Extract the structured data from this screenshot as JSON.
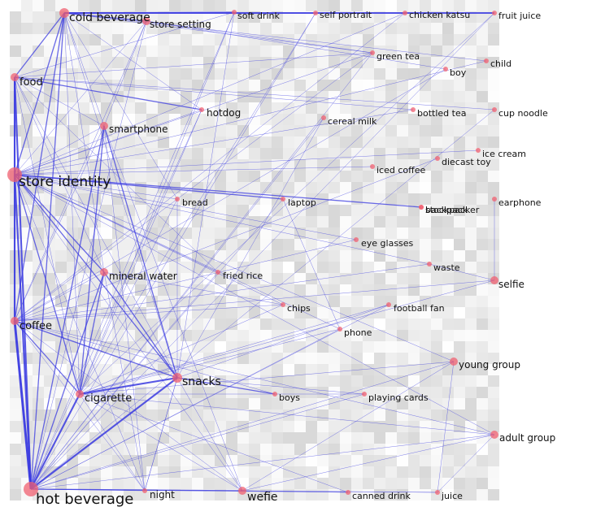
{
  "diagram": {
    "type": "network",
    "colors": {
      "edge": "#3a3ae0",
      "node": "#f06070",
      "background_tile": "#c8c8c8"
    },
    "nodes": [
      {
        "id": "cold_beverage",
        "label": "cold beverage",
        "weight": 3
      },
      {
        "id": "store_setting",
        "label": "store setting",
        "weight": 2
      },
      {
        "id": "soft_drink",
        "label": "soft drink",
        "weight": 1
      },
      {
        "id": "self_portrait",
        "label": "self portrait",
        "weight": 1
      },
      {
        "id": "chicken_katsu",
        "label": "chicken katsu",
        "weight": 1
      },
      {
        "id": "fruit_juice",
        "label": "fruit juice",
        "weight": 1
      },
      {
        "id": "green_tea",
        "label": "green tea",
        "weight": 1
      },
      {
        "id": "child",
        "label": "child",
        "weight": 1
      },
      {
        "id": "boy",
        "label": "boy",
        "weight": 1
      },
      {
        "id": "food",
        "label": "food",
        "weight": 2
      },
      {
        "id": "hotdog",
        "label": "hotdog",
        "weight": 1
      },
      {
        "id": "bottled_tea",
        "label": "bottled tea",
        "weight": 1
      },
      {
        "id": "cup_noodle",
        "label": "cup noodle",
        "weight": 1
      },
      {
        "id": "smartphone",
        "label": "smartphone",
        "weight": 2
      },
      {
        "id": "cereal_milk",
        "label": "cereal milk",
        "weight": 1
      },
      {
        "id": "ice_cream",
        "label": "ice cream",
        "weight": 1
      },
      {
        "id": "diecast_toy",
        "label": "diecast toy",
        "weight": 1
      },
      {
        "id": "iced_coffee",
        "label": "iced coffee",
        "weight": 1
      },
      {
        "id": "store_identity",
        "label": "store identity",
        "weight": 4
      },
      {
        "id": "bread",
        "label": "bread",
        "weight": 1
      },
      {
        "id": "laptop",
        "label": "laptop",
        "weight": 1
      },
      {
        "id": "backpack",
        "label": "backpack",
        "weight": 1
      },
      {
        "id": "stockpacker",
        "label": "stockpacker",
        "weight": 1
      },
      {
        "id": "earphone",
        "label": "earphone",
        "weight": 1
      },
      {
        "id": "eye_glasses",
        "label": "eye glasses",
        "weight": 1
      },
      {
        "id": "waste",
        "label": "waste",
        "weight": 1
      },
      {
        "id": "mineral_water",
        "label": "mineral water",
        "weight": 2
      },
      {
        "id": "fried_rice",
        "label": "fried rice",
        "weight": 1
      },
      {
        "id": "selfie",
        "label": "selfie",
        "weight": 2
      },
      {
        "id": "chips",
        "label": "chips",
        "weight": 1
      },
      {
        "id": "football_fan",
        "label": "football fan",
        "weight": 1
      },
      {
        "id": "coffee",
        "label": "coffee",
        "weight": 2
      },
      {
        "id": "phone",
        "label": "phone",
        "weight": 1
      },
      {
        "id": "young_group",
        "label": "young group",
        "weight": 2
      },
      {
        "id": "snacks",
        "label": "snacks",
        "weight": 3
      },
      {
        "id": "cigarette",
        "label": "cigarette",
        "weight": 2
      },
      {
        "id": "boys",
        "label": "boys",
        "weight": 1
      },
      {
        "id": "playing_cards",
        "label": "playing cards",
        "weight": 1
      },
      {
        "id": "adult_group",
        "label": "adult group",
        "weight": 2
      },
      {
        "id": "hot_beverage",
        "label": "hot beverage",
        "weight": 4
      },
      {
        "id": "night",
        "label": "night",
        "weight": 1
      },
      {
        "id": "wefie",
        "label": "wefie",
        "weight": 2
      },
      {
        "id": "canned_drink",
        "label": "canned drink",
        "weight": 1
      },
      {
        "id": "juice",
        "label": "juice",
        "weight": 1
      }
    ],
    "edges": [
      [
        "cold_beverage",
        "fruit_juice",
        3
      ],
      [
        "cold_beverage",
        "soft_drink",
        2
      ],
      [
        "cold_beverage",
        "store_setting",
        2
      ],
      [
        "cold_beverage",
        "food",
        2
      ],
      [
        "cold_beverage",
        "store_identity",
        2
      ],
      [
        "cold_beverage",
        "coffee",
        2
      ],
      [
        "cold_beverage",
        "hot_beverage",
        2
      ],
      [
        "cold_beverage",
        "green_tea",
        1
      ],
      [
        "cold_beverage",
        "self_portrait",
        1
      ],
      [
        "cold_beverage",
        "chicken_katsu",
        1
      ],
      [
        "cold_beverage",
        "smartphone",
        1
      ],
      [
        "cold_beverage",
        "hotdog",
        1
      ],
      [
        "cold_beverage",
        "snacks",
        1
      ],
      [
        "cold_beverage",
        "cigarette",
        1
      ],
      [
        "cold_beverage",
        "mineral_water",
        1
      ],
      [
        "cold_beverage",
        "bread",
        1
      ],
      [
        "cold_beverage",
        "child",
        1
      ],
      [
        "store_setting",
        "green_tea",
        1
      ],
      [
        "store_setting",
        "boy",
        1
      ],
      [
        "store_setting",
        "store_identity",
        1
      ],
      [
        "store_setting",
        "smartphone",
        1
      ],
      [
        "store_setting",
        "hot_beverage",
        1
      ],
      [
        "store_setting",
        "coffee",
        1
      ],
      [
        "soft_drink",
        "cigarette",
        1
      ],
      [
        "soft_drink",
        "hot_beverage",
        1
      ],
      [
        "soft_drink",
        "snacks",
        1
      ],
      [
        "soft_drink",
        "food",
        1
      ],
      [
        "self_portrait",
        "hot_beverage",
        1
      ],
      [
        "self_portrait",
        "cigarette",
        1
      ],
      [
        "chicken_katsu",
        "store_identity",
        1
      ],
      [
        "chicken_katsu",
        "coffee",
        1
      ],
      [
        "fruit_juice",
        "hot_beverage",
        1
      ],
      [
        "fruit_juice",
        "cigarette",
        1
      ],
      [
        "green_tea",
        "hot_beverage",
        1
      ],
      [
        "green_tea",
        "store_identity",
        1
      ],
      [
        "green_tea",
        "coffee",
        1
      ],
      [
        "green_tea",
        "food",
        1
      ],
      [
        "child",
        "store_identity",
        1
      ],
      [
        "boy",
        "coffee",
        1
      ],
      [
        "food",
        "store_identity",
        3
      ],
      [
        "food",
        "coffee",
        2
      ],
      [
        "food",
        "hot_beverage",
        3
      ],
      [
        "food",
        "hotdog",
        2
      ],
      [
        "food",
        "smartphone",
        1
      ],
      [
        "food",
        "snacks",
        1
      ],
      [
        "food",
        "cigarette",
        1
      ],
      [
        "food",
        "cup_noodle",
        1
      ],
      [
        "food",
        "bottled_tea",
        1
      ],
      [
        "food",
        "mineral_water",
        1
      ],
      [
        "food",
        "fried_rice",
        1
      ],
      [
        "hotdog",
        "store_identity",
        1
      ],
      [
        "hotdog",
        "hot_beverage",
        1
      ],
      [
        "hotdog",
        "cigarette",
        1
      ],
      [
        "bottled_tea",
        "store_identity",
        1
      ],
      [
        "cup_noodle",
        "hot_beverage",
        1
      ],
      [
        "smartphone",
        "store_identity",
        1
      ],
      [
        "smartphone",
        "snacks",
        2
      ],
      [
        "smartphone",
        "cigarette",
        2
      ],
      [
        "smartphone",
        "hot_beverage",
        2
      ],
      [
        "smartphone",
        "coffee",
        1
      ],
      [
        "smartphone",
        "night",
        1
      ],
      [
        "smartphone",
        "wefie",
        1
      ],
      [
        "cereal_milk",
        "hot_beverage",
        1
      ],
      [
        "cereal_milk",
        "snacks",
        1
      ],
      [
        "ice_cream",
        "store_identity",
        1
      ],
      [
        "diecast_toy",
        "coffee",
        1
      ],
      [
        "iced_coffee",
        "store_identity",
        1
      ],
      [
        "store_identity",
        "coffee",
        3
      ],
      [
        "store_identity",
        "hot_beverage",
        3
      ],
      [
        "store_identity",
        "laptop",
        2
      ],
      [
        "store_identity",
        "backpack",
        2
      ],
      [
        "store_identity",
        "bread",
        1
      ],
      [
        "store_identity",
        "mineral_water",
        2
      ],
      [
        "store_identity",
        "snacks",
        2
      ],
      [
        "store_identity",
        "cigarette",
        2
      ],
      [
        "store_identity",
        "fried_rice",
        1
      ],
      [
        "store_identity",
        "eye_glasses",
        1
      ],
      [
        "store_identity",
        "waste",
        1
      ],
      [
        "store_identity",
        "chips",
        1
      ],
      [
        "store_identity",
        "phone",
        1
      ],
      [
        "store_identity",
        "wefie",
        1
      ],
      [
        "store_identity",
        "night",
        1
      ],
      [
        "store_identity",
        "adult_group",
        1
      ],
      [
        "store_identity",
        "young_group",
        1
      ],
      [
        "bread",
        "snacks",
        1
      ],
      [
        "bread",
        "cigarette",
        1
      ],
      [
        "laptop",
        "hot_beverage",
        1
      ],
      [
        "laptop",
        "phone",
        1
      ],
      [
        "earphone",
        "selfie",
        1
      ],
      [
        "eye_glasses",
        "coffee",
        1
      ],
      [
        "waste",
        "coffee",
        1
      ],
      [
        "mineral_water",
        "snacks",
        2
      ],
      [
        "mineral_water",
        "cigarette",
        2
      ],
      [
        "mineral_water",
        "hot_beverage",
        2
      ],
      [
        "mineral_water",
        "coffee",
        1
      ],
      [
        "mineral_water",
        "chips",
        1
      ],
      [
        "mineral_water",
        "night",
        1
      ],
      [
        "fried_rice",
        "hot_beverage",
        1
      ],
      [
        "selfie",
        "cigarette",
        1
      ],
      [
        "selfie",
        "coffee",
        1
      ],
      [
        "selfie",
        "waste",
        1
      ],
      [
        "chips",
        "cigarette",
        1
      ],
      [
        "chips",
        "coffee",
        1
      ],
      [
        "football_fan",
        "cigarette",
        1
      ],
      [
        "football_fan",
        "hot_beverage",
        1
      ],
      [
        "football_fan",
        "snacks",
        1
      ],
      [
        "coffee",
        "hot_beverage",
        4
      ],
      [
        "coffee",
        "snacks",
        2
      ],
      [
        "coffee",
        "cigarette",
        2
      ],
      [
        "coffee",
        "boys",
        1
      ],
      [
        "coffee",
        "adult_group",
        1
      ],
      [
        "coffee",
        "night",
        1
      ],
      [
        "coffee",
        "wefie",
        1
      ],
      [
        "phone",
        "hot_beverage",
        1
      ],
      [
        "phone",
        "cigarette",
        1
      ],
      [
        "young_group",
        "hot_beverage",
        1
      ],
      [
        "young_group",
        "wefie",
        1
      ],
      [
        "young_group",
        "cigarette",
        1
      ],
      [
        "young_group",
        "juice",
        1
      ],
      [
        "snacks",
        "cigarette",
        3
      ],
      [
        "snacks",
        "hot_beverage",
        3
      ],
      [
        "snacks",
        "boys",
        2
      ],
      [
        "snacks",
        "night",
        1
      ],
      [
        "snacks",
        "wefie",
        1
      ],
      [
        "snacks",
        "playing_cards",
        1
      ],
      [
        "cigarette",
        "hot_beverage",
        3
      ],
      [
        "cigarette",
        "boys",
        1
      ],
      [
        "cigarette",
        "wefie",
        1
      ],
      [
        "cigarette",
        "night",
        1
      ],
      [
        "cigarette",
        "adult_group",
        1
      ],
      [
        "cigarette",
        "canned_drink",
        1
      ],
      [
        "boys",
        "playing_cards",
        1
      ],
      [
        "adult_group",
        "hot_beverage",
        1
      ],
      [
        "adult_group",
        "wefie",
        1
      ],
      [
        "adult_group",
        "juice",
        1
      ],
      [
        "hot_beverage",
        "wefie",
        2
      ],
      [
        "hot_beverage",
        "night",
        1
      ],
      [
        "hot_beverage",
        "canned_drink",
        1
      ],
      [
        "hot_beverage",
        "juice",
        1
      ],
      [
        "hot_beverage",
        "playing_cards",
        1
      ],
      [
        "wefie",
        "canned_drink",
        1
      ],
      [
        "wefie",
        "juice",
        1
      ],
      [
        "night",
        "snacks",
        1
      ]
    ]
  }
}
